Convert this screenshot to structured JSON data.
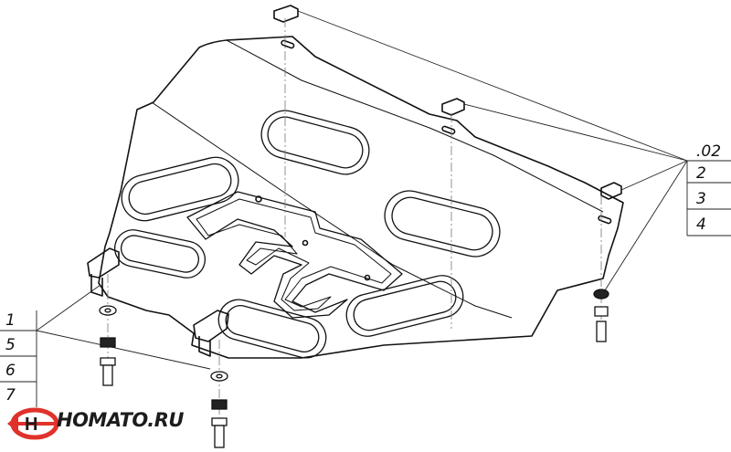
{
  "callouts_right": [
    ".02",
    "2",
    "3",
    "4"
  ],
  "callouts_left": [
    "1",
    "5",
    "6",
    "7"
  ],
  "logo": {
    "text": "HOMATO.RU",
    "accent_color": "#e0322b",
    "text_color": "#1c1c1c"
  },
  "colors": {
    "line": "#111111",
    "thin_line": "#555555"
  }
}
